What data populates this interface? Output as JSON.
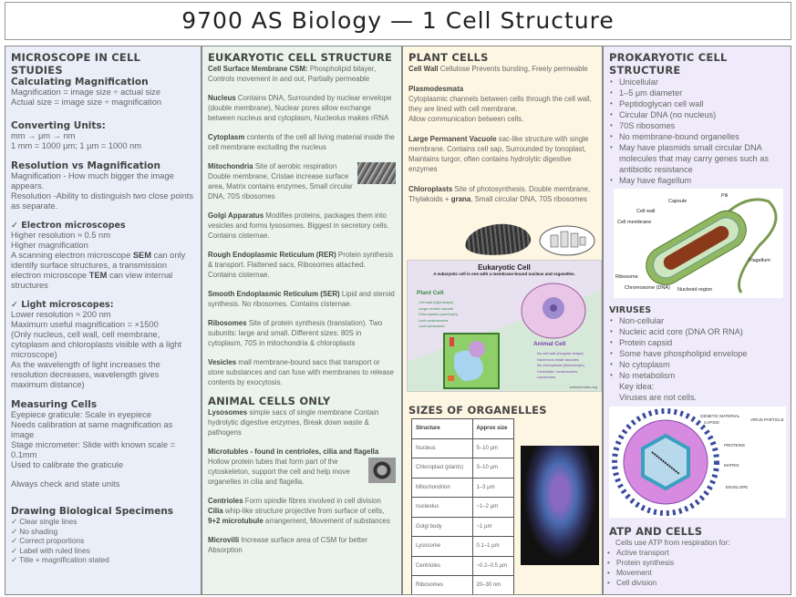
{
  "title": "9700 AS Biology — 1 Cell Structure",
  "col1": {
    "heading": "MICROSCOPE IN CELL STUDIES",
    "calc": {
      "title": "Calculating Magnification",
      "lines": [
        "Magnification = image size ÷ actual size",
        "Actual size = image size ÷ magnification"
      ]
    },
    "units": {
      "title": "Converting Units:",
      "lines": [
        "mm → µm → nm",
        "1 mm = 1000 µm;  1 µm = 1000 nm"
      ]
    },
    "res": {
      "title": "Resolution vs Magnification",
      "lines": [
        "Magnification - How much bigger the image appears.",
        "Resolution -Ability to distinguish two close points as separate."
      ]
    },
    "electron": {
      "title": "✓ Electron microscopes",
      "l1": "Higher resolution ≈ 0.5 nm",
      "l2": "Higher magnification",
      "p1": "A scanning electron microscope ",
      "sem": "SEM",
      "p2": " can only identify surface structures, a transmission electron microscope ",
      "tem": "TEM",
      "p3": " can view internal structures"
    },
    "light": {
      "title": "✓ Light microscopes:",
      "lines": [
        "Lower resolution ≈ 200 nm",
        "Maximum useful magnification = ×1500",
        "(Only nucleus, cell wall, cell membrane, cytoplasm and chloroplasts visible with a light microscope)",
        "As the wavelength of light increases the resolution decreases, wavelength gives maximum distance)"
      ]
    },
    "measuring": {
      "title": "Measuring Cells",
      "lines": [
        "Eyepiece graticule: Scale in eyepiece",
        "Needs calibration at same magnification as image",
        "Stage micrometer: Slide with known scale = 0.1mm",
        "Used to calibrate the graticule"
      ],
      "note": "Always check and state units"
    },
    "drawing": {
      "title": "Drawing Biological Specimens",
      "items": [
        "✓ Clear single lines",
        "✓ No shading",
        "✓ Correct proportions",
        "✓ Label with ruled lines",
        "✓ Title + magnification stated"
      ]
    }
  },
  "col2": {
    "heading": "EUKARYOTIC CELL STRUCTURE",
    "items": [
      {
        "b": "Cell Surface Membrane CSM:",
        "t": " Phospholipid bilayer, Controls movement in and out, Partially permeable"
      },
      {
        "b": "Nucleus",
        "t": " Contains DNA, Surrounded by nuclear envelope (double membrane), Nuclear pores allow exchange between nucleus and cytoplasm,  Nucleolus makes rRNA"
      },
      {
        "b": "Cytoplasm",
        "t": " contents of the cell all living material inside the cell membrane excluding the nucleus"
      },
      {
        "b": "Mitochondria",
        "t": " Site of aerobic respiration Double membrane, Cristae increase surface area, Matrix contains enzymes, Small circular DNA, 70S ribosomes"
      },
      {
        "b": "Golgi Apparatus",
        "t": " Modifies proteins, packages them into vesicles and forms lysosomes. Biggest in secretory cells. Contains cisternae."
      },
      {
        "b": "Rough Endoplasmic Reticulum (RER)",
        "t": " Protein synthesis & transport. Flattened sacs,  Ribosomes attached. Contains cisternae."
      },
      {
        "b": "Smooth Endoplasmic Reticulum (SER)",
        "t": " Lipid and steroid synthesis. No ribosomes. Contains cisternae."
      },
      {
        "b": "Ribosomes",
        "t": " Site of protein synthesis (translation). Two subunits: large and small. Different sizes: 80S in cytoplasm,  70S in mitochondria & chloroplasts"
      },
      {
        "b": "Vesicles",
        "t": " mall membrane-bound sacs that transport or store substances and can fuse with membranes to release contents by exocytosis."
      }
    ],
    "animal_heading": "ANIMAL CELLS ONLY",
    "animal": [
      {
        "b": "Lysosomes",
        "t": " simple sacs of single membrane Contain hydrolytic digestive enzymes, Break down waste & pathogens"
      },
      {
        "b": "Microtubles - found in centrioles, cilia and flagella",
        "t": " Hollow protein tubes that form part of the cytoskeleton, support the cell and help move organelles in cilia and flagella."
      },
      {
        "b": "Centrioles",
        "t": "  Form spindle fibres involved in cell division"
      },
      {
        "b": "Microvilli",
        "t": " Increase surface area of CSM for better Absorption"
      }
    ],
    "cilia": {
      "b": "Cilia",
      "t1": " whip-like structure projective from surface of cells, ",
      "b2": "9+2 microtubule",
      "t2": " arrangement, Movement of substances"
    }
  },
  "col3": {
    "heading": "PLANT CELLS",
    "cellwall": {
      "b": "Cell Wall",
      "t": " Cellulose Prevents bursting, Freely permeable"
    },
    "plasmo": {
      "b": "Plasmodesmata",
      "t": "Cytoplasmic channels between cells through the cell wall, they are lined with cell membrane.",
      "t2": "Allow communication between cells."
    },
    "vacuole": {
      "b": "Large Permanent Vacuole",
      "t": " sac-like structure with single membrane. Contains cell sap,  Surrounded by tonoplast, Maintains turgor, often contains hydrolytic digestive enzymes"
    },
    "chloro": {
      "b": "Chloroplasts",
      "t1": " Site of photosynthesis. Double membrane,  Thylakoids + ",
      "b2": "grana",
      "t2": ", Small circular DNA, 70S ribosomes"
    },
    "infographic": {
      "title": "Eukaryotic Cell",
      "subtitle": "A eukaryotic cell is one with a membrane-bound nucleus and organelles.",
      "plant_title": "Plant Cell",
      "plant": [
        "Cell wall (rigid shape)",
        "Large central vacuole",
        "Chloroplasts (autotroph)",
        "Lack centrosomes",
        "Lack lysosomes"
      ],
      "animal_title": "Animal Cell",
      "animal": [
        "No cell wall (irregular shape)",
        "Numerous small vacuoles",
        "No chloroplasts (heterotroph)",
        "Centrioles / centrosomes",
        "Lysosomes"
      ],
      "credit": "sciencenotes.org"
    },
    "sizes_heading": "SIZES OF ORGANELLES",
    "table": {
      "headers": [
        "Structure",
        "Approx size"
      ],
      "rows": [
        [
          "Nucleus",
          "5–10 µm"
        ],
        [
          "Chloroplast (plants)",
          "3–10 µm"
        ],
        [
          "Mitochondrion",
          "1–3 µm"
        ],
        [
          "nucleolus",
          "~1–2 µm"
        ],
        [
          "Golgi body",
          "~1 µm"
        ],
        [
          "Lysosome",
          "0.1–1 µm"
        ],
        [
          "Centrioles",
          "~0.2–0.5 µm"
        ],
        [
          "Ribosomes",
          "20–30 nm"
        ]
      ]
    }
  },
  "col4": {
    "heading": "PROKARYOTIC CELL STRUCTURE",
    "items": [
      "Unicellular",
      "1–5 µm diameter",
      "Peptidoglycan cell wall",
      "Circular DNA (no nucleus)",
      "70S ribosomes",
      "No membrane-bound organelles",
      "May have plasmids small circular DNA molecules that may carry genes such as antibiotic resistance",
      "May have flagellum"
    ],
    "diagram_labels": {
      "pili": "Pili",
      "capsule": "Capsule",
      "wall": "Cell wall",
      "membrane": "Cell membrane",
      "ribosome": "Ribosome",
      "chromosome": "Chromosome (DNA)",
      "nucleoid": "Nucleoid region",
      "flagellum": "Flagellum"
    },
    "viruses_heading": "VIRUSES",
    "viruses": [
      "Non-cellular",
      "Nucleic acid core (DNA OR RNA)",
      "Protein capsid",
      "Some have phospholipid envelope",
      "No cytoplasm",
      "No metabolism"
    ],
    "key_idea": "Key idea:",
    "key_text": "Viruses are not cells.",
    "virus_labels": {
      "genetic": "GENETIC MATERIAL",
      "capsid": "CAPSID",
      "particle": "VIRUS PARTICLE",
      "proteins": "PROTEINS",
      "matrix": "MATRIX",
      "envelope": "ENVELOPE"
    },
    "atp_heading": "ATP AND CELLS",
    "atp_intro": "Cells use ATP from respiration for:",
    "atp": [
      "Active transport",
      "Protein synthesis",
      "Movement",
      "Cell division"
    ]
  },
  "colors": {
    "col1_bg": "#e9eef8",
    "col2_bg": "#eaf4ed",
    "col3_bg": "#fdf6e2",
    "col4_bg": "#efebfa",
    "heading": "#444444",
    "body": "#666666"
  }
}
